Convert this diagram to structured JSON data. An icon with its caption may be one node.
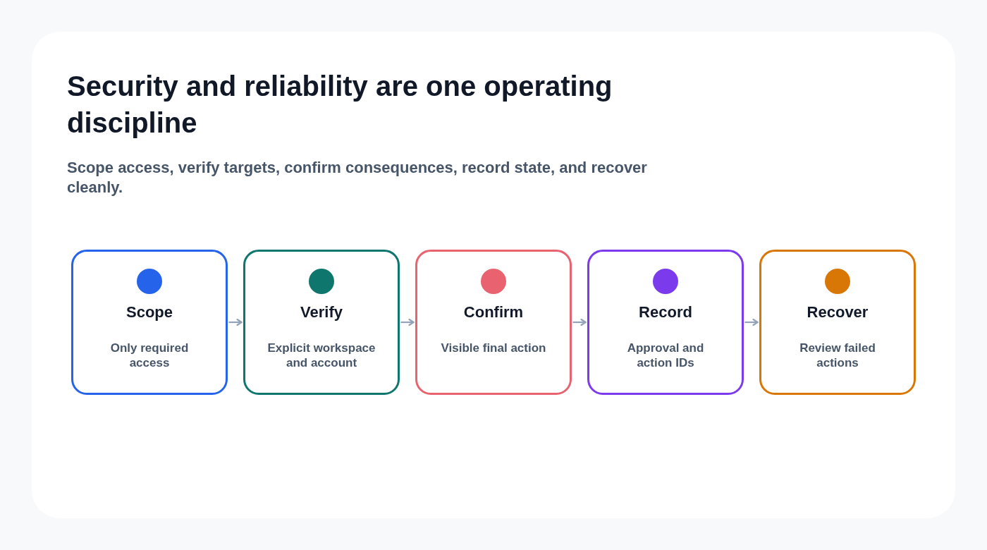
{
  "diagram": {
    "title": "Security and reliability are one operating discipline",
    "caption": "Scope access, verify targets, confirm consequences, record state, and recover cleanly.",
    "nodes": [
      {
        "text": [
          "Scope",
          "Only required access"
        ]
      },
      {
        "text": [
          "Verify",
          "Explicit workspace and account"
        ]
      },
      {
        "text": [
          "Confirm",
          "Visible final action"
        ]
      },
      {
        "text": [
          "Record",
          "Approval and action IDs"
        ]
      },
      {
        "text": [
          "Recover",
          "Review failed actions"
        ]
      }
    ],
    "edges": [
      {
        "from": 0,
        "to": 1,
        "arrow": "to"
      },
      {
        "from": 1,
        "to": 2,
        "arrow": "to"
      },
      {
        "from": 2,
        "to": 3,
        "arrow": "to"
      },
      {
        "from": 3,
        "to": 4,
        "arrow": "to"
      }
    ]
  }
}
